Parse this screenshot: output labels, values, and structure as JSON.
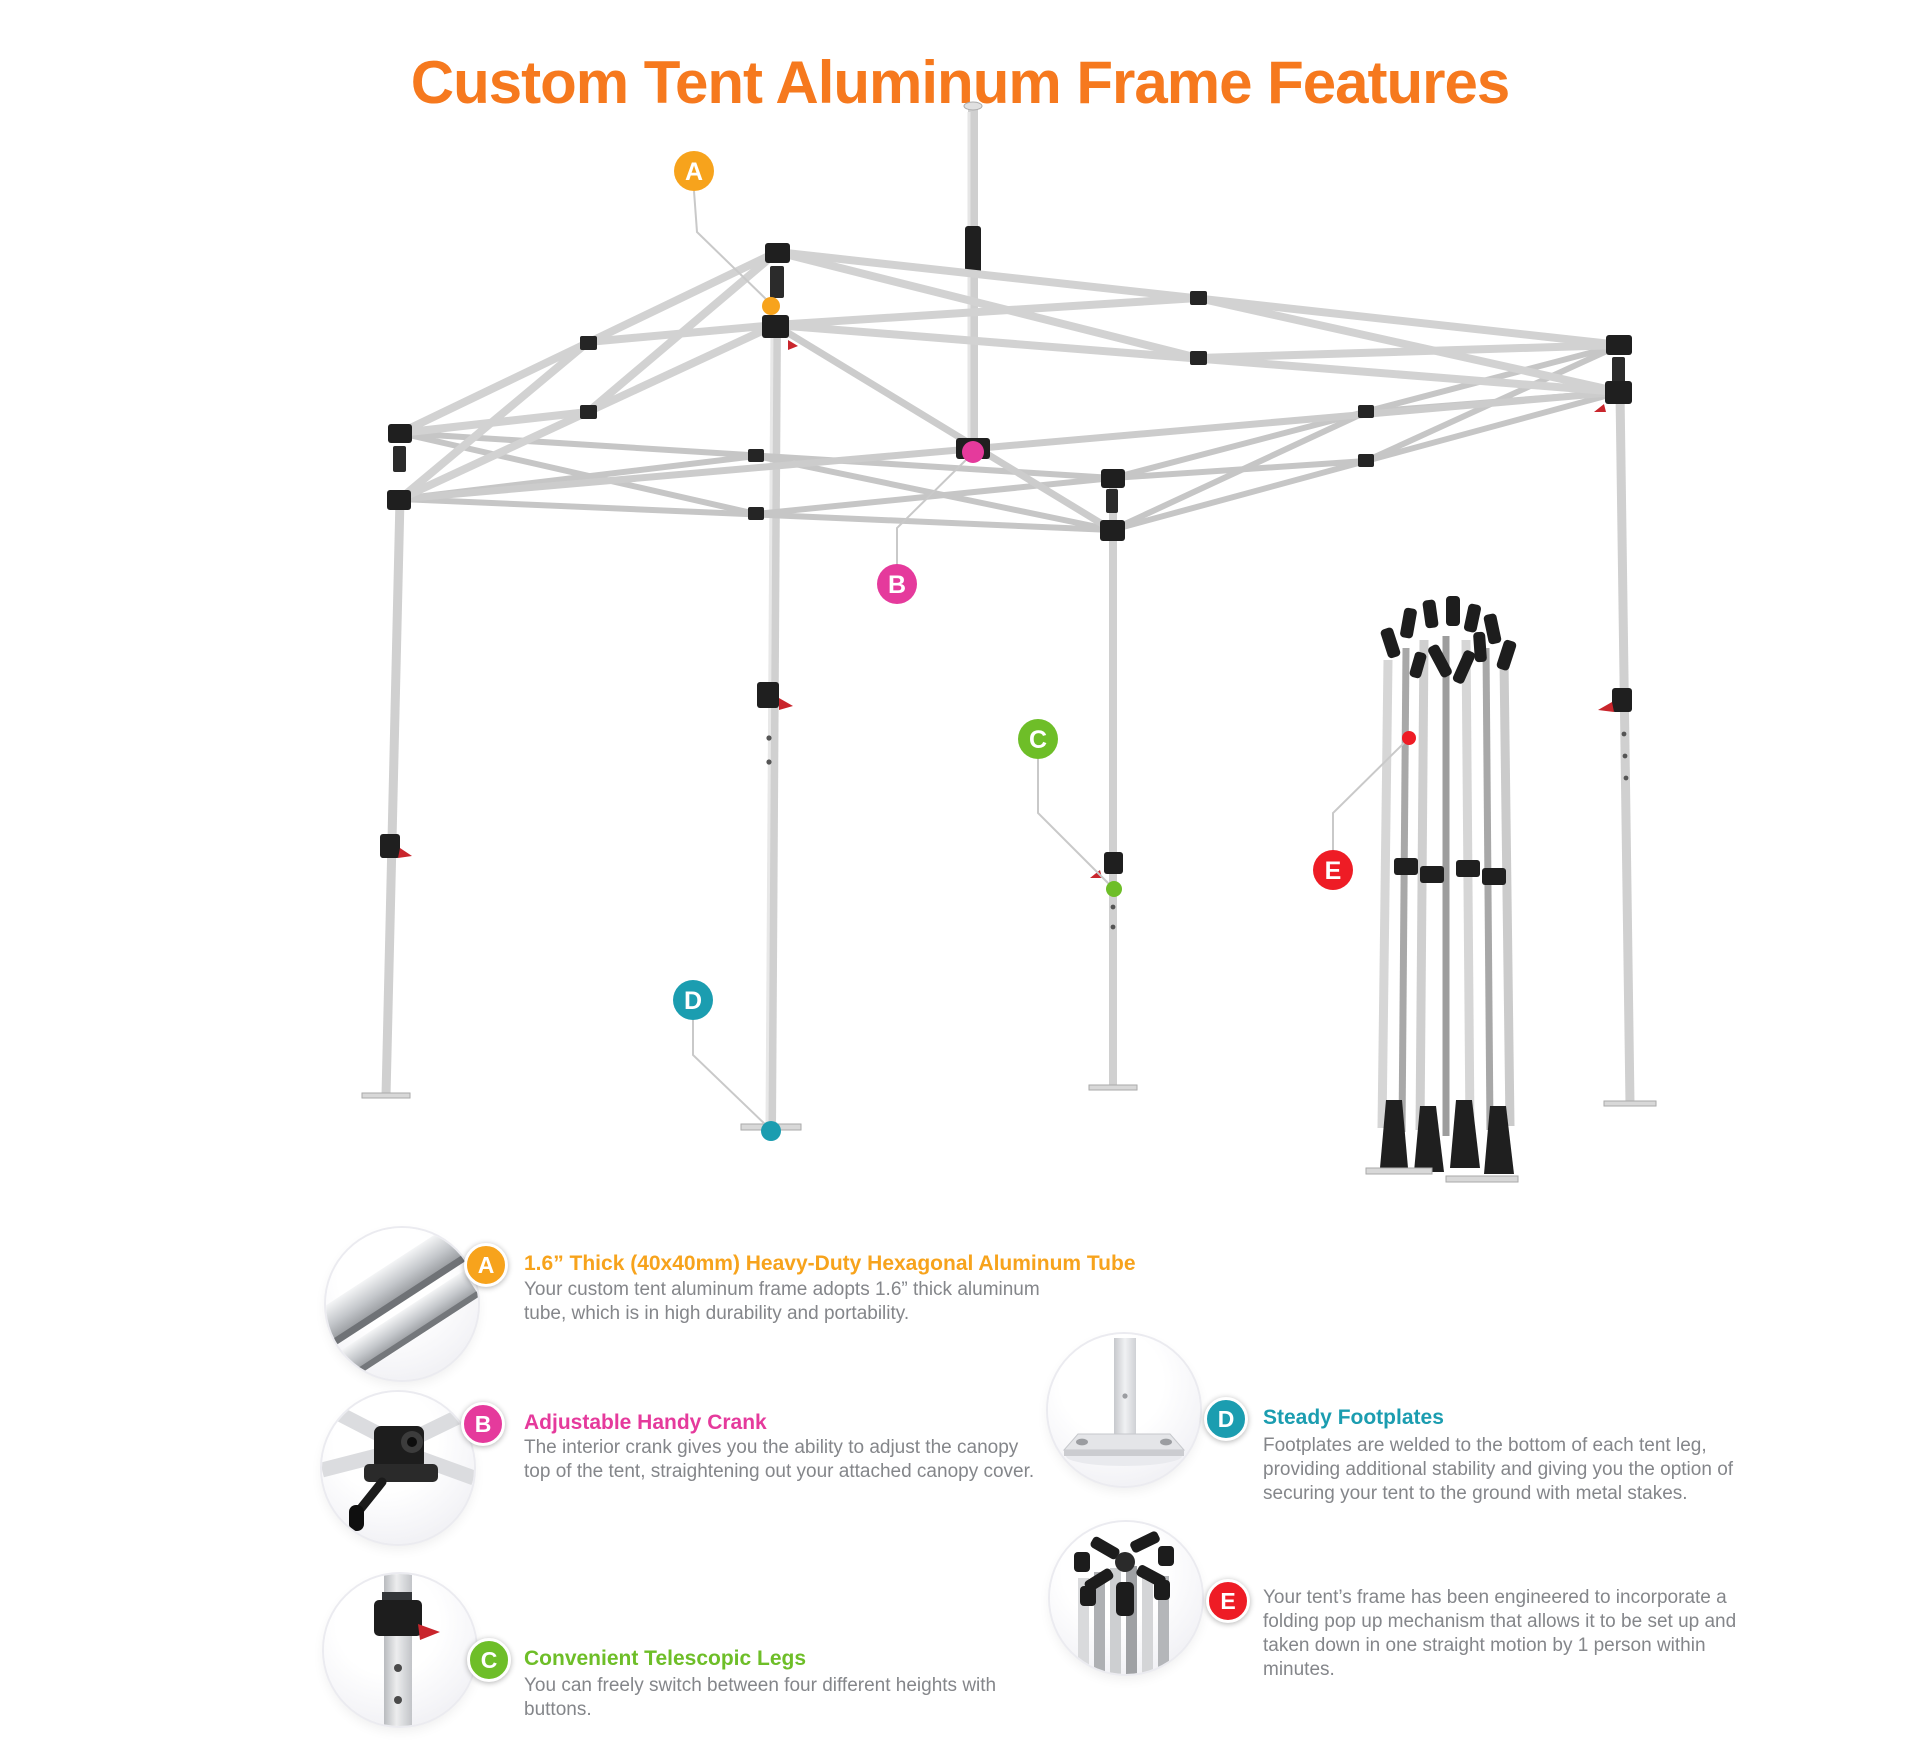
{
  "page": {
    "title": "Custom Tent Aluminum Frame Features",
    "title_color": "#F6791E",
    "background": "#FFFFFF"
  },
  "diagram": {
    "description": "Pop-up canopy tent aluminum frame with lettered callout markers and a folded frame bundle",
    "leader_line_color": "#C9C9C9",
    "frame_color": "#D2D2D2",
    "connector_color": "#222222",
    "accent_red": "#C9252C",
    "markers": [
      {
        "id": "A",
        "label": "A",
        "color": "#F7A31C",
        "points_to": "hexagonal aluminum tube at roof corner"
      },
      {
        "id": "B",
        "label": "B",
        "color": "#E53A9C",
        "points_to": "interior crank hub on center pole"
      },
      {
        "id": "C",
        "label": "C",
        "color": "#6EBE28",
        "points_to": "telescopic leg height button"
      },
      {
        "id": "D",
        "label": "D",
        "color": "#1B9DB0",
        "points_to": "footplate at leg bottom"
      },
      {
        "id": "E",
        "label": "E",
        "color": "#EE1C25",
        "points_to": "folded pop-up frame bundle"
      }
    ]
  },
  "features": [
    {
      "letter": "A",
      "color": "#F7A31C",
      "title": "1.6” Thick (40x40mm) Heavy-Duty Hexagonal Aluminum Tube",
      "body_lines": [
        "Your custom tent aluminum frame adopts 1.6” thick aluminum",
        "tube, which is in high durability and portability."
      ],
      "photo": "hexagonal-aluminum-tubes"
    },
    {
      "letter": "B",
      "color": "#E53A9C",
      "title": "Adjustable Handy Crank",
      "body_lines": [
        "The interior crank gives you the ability to adjust the canopy",
        "top of the tent, straightening out your attached canopy cover."
      ],
      "photo": "crank-mechanism"
    },
    {
      "letter": "C",
      "color": "#6EBE28",
      "title": "Convenient Telescopic Legs",
      "body_lines": [
        "You can freely switch between four different heights with",
        "buttons."
      ],
      "photo": "telescopic-leg-button"
    },
    {
      "letter": "D",
      "color": "#1B9DB0",
      "title": "Steady Footplates",
      "body_lines": [
        "Footplates are welded to the bottom of each tent leg,",
        "providing additional stability and giving you the option of",
        "securing your tent to the ground with metal stakes."
      ],
      "photo": "footplate"
    },
    {
      "letter": "E",
      "color": "#EE1C25",
      "title": "",
      "body_lines": [
        "Your tent’s frame has been engineered to incorporate a",
        "folding pop up mechanism that allows it to be set up and",
        "taken down in one straight motion by 1 person within",
        "minutes."
      ],
      "photo": "folded-frame-top"
    }
  ]
}
